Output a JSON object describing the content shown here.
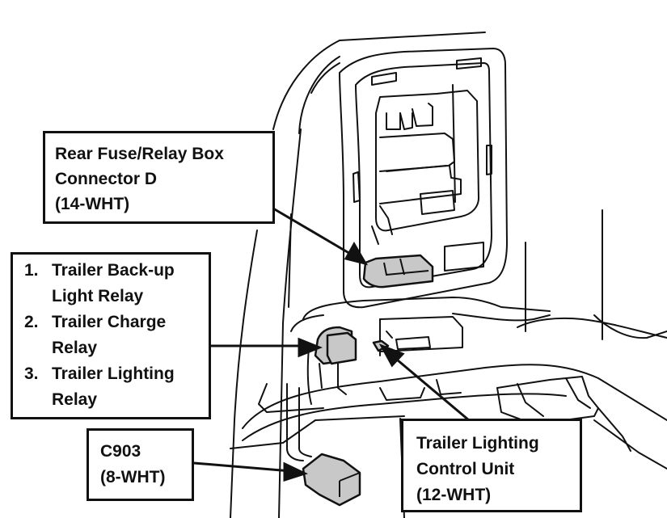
{
  "diagram": {
    "subject": "Rear fuse/relay box area with trailer wiring components",
    "colors": {
      "line": "#111111",
      "component_fill": "#c8c8c8",
      "background": "#ffffff"
    },
    "callouts": {
      "rear_fuse_box": {
        "lines": [
          "Rear Fuse/Relay Box",
          "Connector D",
          "(14-WHT)"
        ]
      },
      "relays": {
        "items": [
          {
            "number": "1.",
            "lines": [
              "Trailer Back-up",
              "Light Relay"
            ]
          },
          {
            "number": "2.",
            "lines": [
              "Trailer Charge",
              "Relay"
            ]
          },
          {
            "number": "3.",
            "lines": [
              "Trailer Lighting",
              "Relay"
            ]
          }
        ]
      },
      "c903": {
        "lines": [
          "C903",
          "(8-WHT)"
        ]
      },
      "control_unit": {
        "lines": [
          "Trailer Lighting",
          "Control Unit",
          "(12-WHT)"
        ]
      }
    }
  }
}
